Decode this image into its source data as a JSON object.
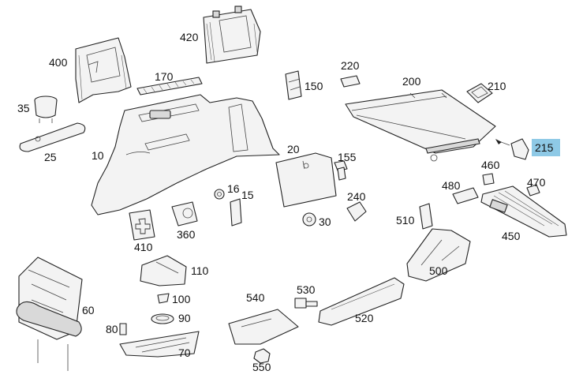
{
  "labels": {
    "l420": "420",
    "l400": "400",
    "l170": "170",
    "l35": "35",
    "l25": "25",
    "l10": "10",
    "l150": "150",
    "l220": "220",
    "l200": "200",
    "l210": "210",
    "l215": "215",
    "l20": "20",
    "l155": "155",
    "l460": "460",
    "l470": "470",
    "l16": "16",
    "l15": "15",
    "l240": "240",
    "l480": "480",
    "l30": "30",
    "l510": "510",
    "l360": "360",
    "l450": "450",
    "l410": "410",
    "l500": "500",
    "l110": "110",
    "l530": "530",
    "l540": "540",
    "l100": "100",
    "l60": "60",
    "l90": "90",
    "l520": "520",
    "l80": "80",
    "l70": "70",
    "l550": "550"
  },
  "highlight": {
    "part": "215",
    "color": "#8ec9e6"
  }
}
